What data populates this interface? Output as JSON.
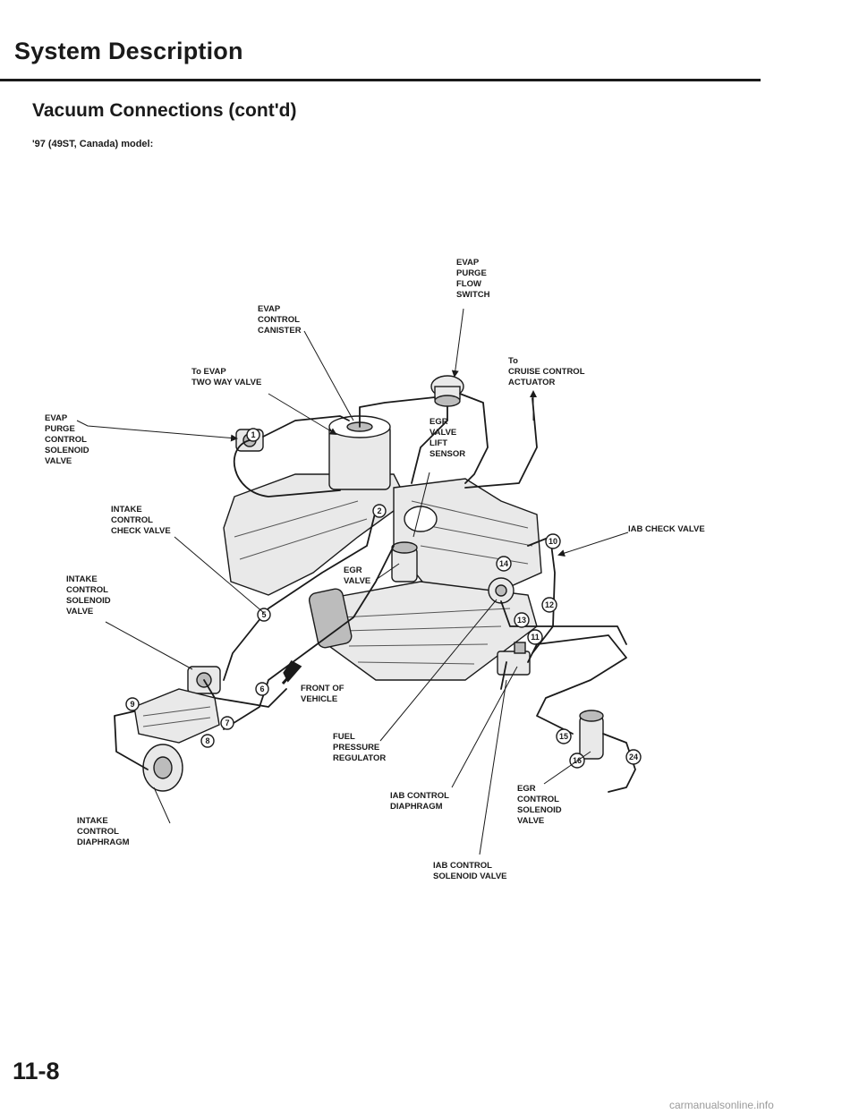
{
  "header": {
    "title": "System Description",
    "subtitle": "Vacuum Connections (cont'd)",
    "model_note": "'97 (49ST, Canada) model:"
  },
  "labels": {
    "evap_purge_flow_switch": [
      "EVAP",
      "PURGE",
      "FLOW",
      "SWITCH"
    ],
    "evap_control_canister": [
      "EVAP",
      "CONTROL",
      "CANISTER"
    ],
    "to_evap_two_way_valve": [
      "To EVAP",
      "TWO WAY VALVE"
    ],
    "to_cruise_control_actuator": [
      "To",
      "CRUISE CONTROL",
      "ACTUATOR"
    ],
    "evap_purge_control_solenoid_valve": [
      "EVAP",
      "PURGE",
      "CONTROL",
      "SOLENOID",
      "VALVE"
    ],
    "egr_valve_lift_sensor": [
      "EGR",
      "VALVE",
      "LIFT",
      "SENSOR"
    ],
    "intake_control_check_valve": [
      "INTAKE",
      "CONTROL",
      "CHECK VALVE"
    ],
    "iab_check_valve": [
      "IAB CHECK VALVE"
    ],
    "intake_control_solenoid_valve": [
      "INTAKE",
      "CONTROL",
      "SOLENOID",
      "VALVE"
    ],
    "egr_valve": [
      "EGR",
      "VALVE"
    ],
    "front_of_vehicle": [
      "FRONT OF",
      "VEHICLE"
    ],
    "fuel_pressure_regulator": [
      "FUEL",
      "PRESSURE",
      "REGULATOR"
    ],
    "iab_control_diaphragm": [
      "IAB CONTROL",
      "DIAPHRAGM"
    ],
    "egr_control_solenoid_valve": [
      "EGR",
      "CONTROL",
      "SOLENOID",
      "VALVE"
    ],
    "intake_control_diaphragm": [
      "INTAKE",
      "CONTROL",
      "DIAPHRAGM"
    ],
    "iab_control_solenoid_valve": [
      "IAB CONTROL",
      "SOLENOID VALVE"
    ]
  },
  "hose_numbers": [
    "1",
    "2",
    "5",
    "6",
    "7",
    "8",
    "9",
    "10",
    "11",
    "12",
    "13",
    "14",
    "15",
    "16",
    "24"
  ],
  "page_number": "11-8",
  "watermark": "carmanualsonline.info"
}
